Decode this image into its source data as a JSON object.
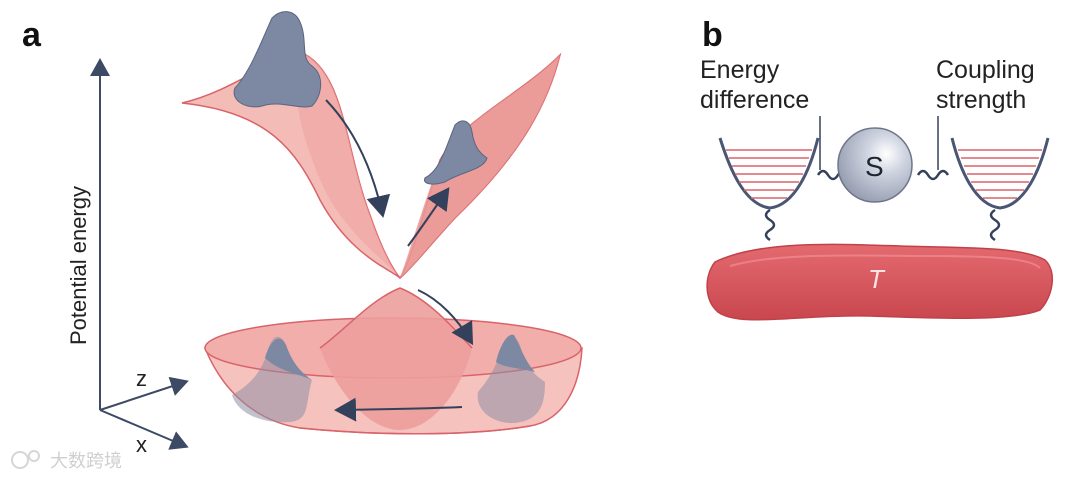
{
  "panel_a": {
    "letter": "a",
    "y_axis_label": "Potential energy",
    "z_axis_label": "z",
    "x_axis_label": "x"
  },
  "panel_b": {
    "letter": "b",
    "energy_label": [
      "Energy",
      "difference"
    ],
    "coupling_label": [
      "Coupling",
      "strength"
    ],
    "system_label": "S",
    "bath_label": "T"
  },
  "watermark": "大数跨境",
  "colors": {
    "surface_light": "#f4b9b4",
    "surface_mid": "#ec9b97",
    "surface_edge": "#d9636a",
    "blob": "#7d88a3",
    "bath": "#d9575d",
    "arrow": "#3c4a66"
  }
}
